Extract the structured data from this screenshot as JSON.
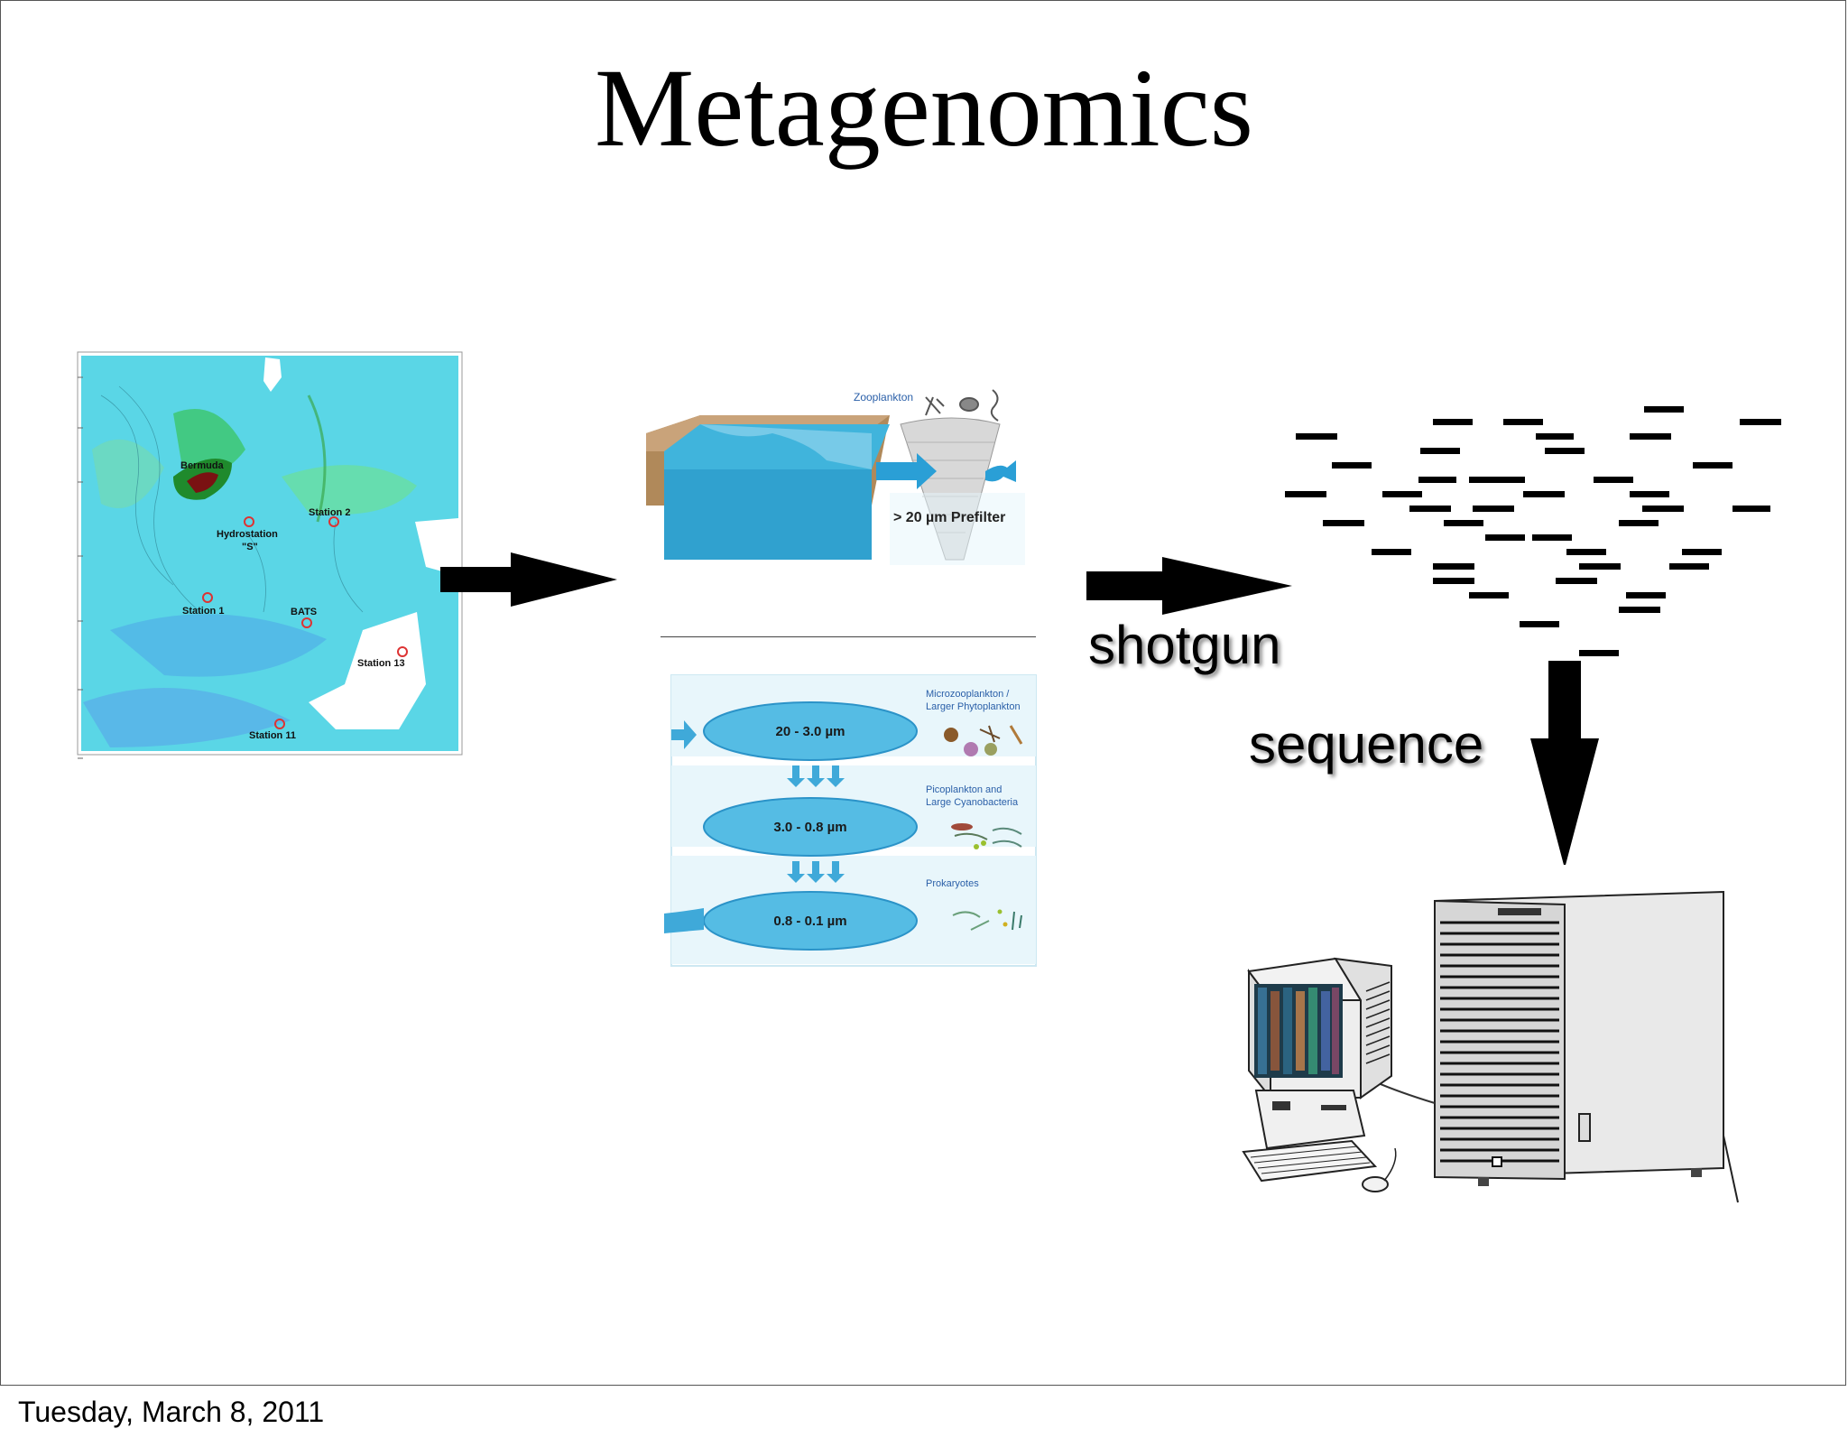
{
  "slide": {
    "title": "Metagenomics",
    "footer_date": "Tuesday, March 8, 2011"
  },
  "map": {
    "labels": {
      "bermuda": "Bermuda",
      "hydrostation": "Hydrostation",
      "hydrostation_s": "\"S\"",
      "station2": "Station 2",
      "station1": "Station 1",
      "bats": "BATS",
      "station13": "Station 13",
      "station11": "Station 11"
    }
  },
  "filtration": {
    "zooplankton": "Zooplankton",
    "prefilter": "> 20 µm Prefilter",
    "stage1_size": "20 - 3.0 µm",
    "stage1_desc": "Microzooplankton /",
    "stage1_desc2": "Larger Phytoplankton",
    "stage2_size": "3.0 - 0.8 µm",
    "stage2_desc": "Picoplankton and",
    "stage2_desc2": "Large Cyanobacteria",
    "stage3_size": "0.8 - 0.1 µm",
    "stage3_desc": "Prokaryotes"
  },
  "flow": {
    "shotgun_label": "shotgun",
    "sequence_label": "sequence"
  },
  "colors": {
    "arrow": "#000000",
    "water": "#3fb6dd",
    "sand": "#b0895a",
    "map_sea": "#59d3e6"
  }
}
